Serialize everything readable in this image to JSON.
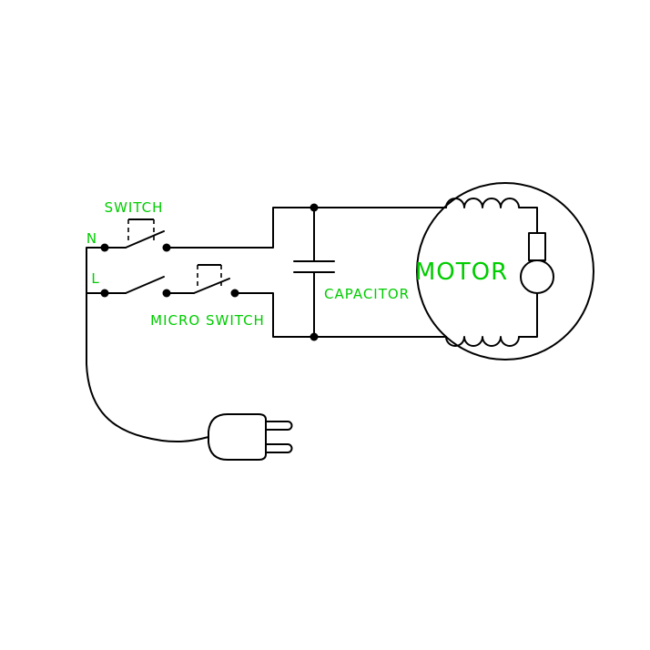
{
  "colors": {
    "wire": "#000000",
    "label": "#00cc00",
    "background": "#ffffff"
  },
  "labels": {
    "switch": "SWITCH",
    "terminal_n": "N",
    "terminal_l": "L",
    "micro_switch": "MICRO SWITCH",
    "capacitor": "CAPACITOR",
    "motor": "MOTOR"
  },
  "diagram": {
    "kind": "appliance-wiring-schematic",
    "components": [
      "two-pin mains plug with curved cord",
      "double-pole switch (shown open) on N and L lines",
      "micro switch (shown open) on L line",
      "capacitor connected across the two motor lines",
      "motor drawn as circular outline containing upper winding, lower winding, brush block and armature"
    ]
  }
}
